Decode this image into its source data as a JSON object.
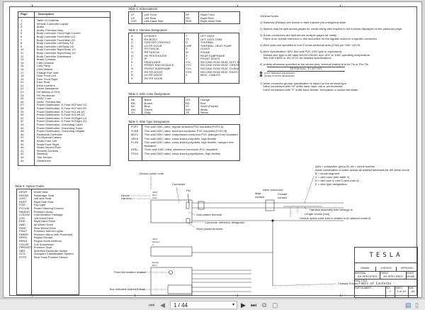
{
  "pages_table": {
    "header_page": "Page",
    "header_desc": "Description",
    "rows": [
      [
        "1",
        "Table of Contents"
      ],
      [
        "2",
        "Vehicle Controller Layout"
      ],
      [
        "3",
        "Audio"
      ],
      [
        "4",
        "Audio, Premium Amp"
      ],
      [
        "5",
        "Body Controller Front High Current"
      ],
      [
        "6",
        "Body Controller Front Main 1/2"
      ],
      [
        "7",
        "Body Controller Front Main 2/2"
      ],
      [
        "8",
        "Body Controller Left Body 1/2"
      ],
      [
        "9",
        "Body Controller Left Body 2/2"
      ],
      [
        "10",
        "Body Controller Right Body 1/2"
      ],
      [
        "11",
        "Body Controller Right Body 2/2"
      ],
      [
        "12",
        "Body Controller Dashboard"
      ],
      [
        "13",
        "Brake Controls"
      ],
      [
        "14",
        "CAN Chassis"
      ],
      [
        "15",
        "CAN Party"
      ],
      [
        "16",
        "CAN Vehicle"
      ],
      [
        "17",
        "Charge Port Inlet"
      ],
      [
        "18",
        "Door Front Left"
      ],
      [
        "19",
        "Door Front Right"
      ],
      [
        "20",
        "Door Rear"
      ],
      [
        "21",
        "Drive Inverters"
      ],
      [
        "22",
        "Driver Assistance"
      ],
      [
        "23",
        "HV Battery & HVIL"
      ],
      [
        "24",
        "HV Penthouse"
      ],
      [
        "25",
        "HVAC Core"
      ],
      [
        "26",
        "HVAC Thermal Bar"
      ],
      [
        "27",
        "Power Distribution, E-Fuse HCFront 1/2"
      ],
      [
        "28",
        "Power Distribution, E-Fuse HCFront 2/2"
      ],
      [
        "29",
        "Power Distribution, E-Fuse HCLeft 1/2"
      ],
      [
        "30",
        "Power Distribution, E-Fuse HCLeft 2/2"
      ],
      [
        "31",
        "Power Distribution, E-Fuse HCRight 1/2"
      ],
      [
        "32",
        "Power Distribution, E-Fuse HCRight 2/2"
      ],
      [
        "33",
        "Power Distribution, Grounding Cabin"
      ],
      [
        "34",
        "Power Distribution, Grounding Trunk"
      ],
      [
        "35",
        "Power Distribution, Grounding Liftgate"
      ],
      [
        "36",
        "Restraints Controller"
      ],
      [
        "37",
        "RCI/Special Cables"
      ],
      [
        "38",
        "Seats Front Left"
      ],
      [
        "39",
        "Seats Front Right"
      ],
      [
        "40",
        "Seats Second Row"
      ],
      [
        "41",
        "Security Controls"
      ],
      [
        "42",
        "Steering"
      ],
      [
        "43",
        "Tow Jumper"
      ],
      [
        "44",
        "Ultrasonics"
      ]
    ]
  },
  "table1": {
    "title": "Table 1: Abbreviations",
    "rows": [
      [
        "LF",
        "Left Front",
        "RF",
        "Right Front"
      ],
      [
        "LR",
        "Left Rear",
        "RR",
        "Right Rear"
      ],
      [
        "LHS",
        "Left-Hand Side",
        "RHS",
        "Right-Hand Side"
      ]
    ]
  },
  "table2": {
    "title": "Table 2: Harness Designators",
    "rows": [
      [
        "A",
        "LH BODY",
        "T",
        "LIFT GATE"
      ],
      [
        "B",
        "RH BODY",
        "TT",
        "LIFT GATE TRIM"
      ],
      [
        "C",
        "CENTER CONSOLE",
        "U",
        "THERMAL"
      ],
      [
        "D",
        "LH FR DOOR",
        "UHP",
        "THERMAL, HEAT PUMP"
      ],
      [
        "F",
        "FR FASCIA",
        "V",
        "GLASS"
      ],
      [
        "G",
        "RR FASCIA",
        "W",
        "FRUNK"
      ],
      [
        "H",
        "HV PENTHOUSE",
        "X",
        "REAR SUBFRAME"
      ],
      [
        "J",
        "IP",
        "Y",
        "FRONT SEATS"
      ],
      [
        "K",
        "HEADLINER",
        "YYL",
        "SECOND ROW SEAT, LEFT BACKREST"
      ],
      [
        "L",
        "FRONT END MODULE",
        "YYC",
        "SECOND ROW SEAT, CENTER"
      ],
      [
        "N",
        "FRONT SUBFRAME",
        "YYn",
        "SECOND ROW SEAT, CUSHION"
      ],
      [
        "P",
        "RH FR DOOR",
        "YYR",
        "SECOND ROW SEAT, RIGHT BACKREST"
      ],
      [
        "R",
        "LH RR DOOR",
        "Z",
        "MISC. CABLES"
      ],
      [
        "S",
        "RH RR DOOR",
        "",
        ""
      ]
    ]
  },
  "table3": {
    "title": "Table 3: Wire Color Designators",
    "rows": [
      [
        "BK",
        "Black",
        "OG",
        "Orange"
      ],
      [
        "BN",
        "Brown",
        "RD",
        "Red"
      ],
      [
        "BU",
        "Blue",
        "VT",
        "Violet (Purple)"
      ],
      [
        "GN",
        "Green",
        "WH",
        "White"
      ],
      [
        "GY",
        "Gray",
        "YE",
        "Yellow"
      ]
    ]
  },
  "table4": {
    "title": "Table 4: Wire Type Designators",
    "rows": [
      [
        "FLRY",
        "Thin wall 105C rated, regular stranded PVC insulated [FLRY-A]"
      ],
      [
        "FLRB",
        "Thin wall 105C rated, bunched conductor PVC insulated [FLRY-B]"
      ],
      [
        "MCIV",
        "Thin wall 105C rated, compressed conductor PVC (halogen free) insulated"
      ],
      [
        "XR15",
        "Thin wall 100C rated, cross-linked polyolefin, high flexible"
      ],
      [
        "FLXB",
        "Thin wall 125C rated, cross-linked polyolefin, high flexible, halogen free insulated"
      ],
      [
        "ATBL",
        "Thick wall 105C rated, aluminum conductor PVC insulated"
      ],
      [
        "FS1X",
        "Thin wall 150C rated, cross-linked polyethylene, high flexible"
      ]
    ]
  },
  "table5": {
    "title": "Table 5: Option Codes",
    "rows": [
      [
        "DRVR",
        "Driver Seat"
      ],
      [
        "PASSN",
        "Passenger Seat"
      ],
      [
        "LHST",
        "Left side Seat"
      ],
      [
        "RHST",
        "Right Side Seat"
      ],
      [
        "FOG",
        "Fog Light"
      ],
      [
        "PCOLM",
        "Power Steering Column"
      ],
      [
        "PAUDIO",
        "Premium Audio"
      ],
      [
        "COLDW",
        "Cold Weather Package"
      ],
      [
        "LHD",
        "Left Hand Drive"
      ],
      [
        "RHD",
        "Right Hand Drive"
      ],
      [
        "AWD",
        "All Wheel Drive"
      ],
      [
        "RWD",
        "Rear Wheel Drive"
      ],
      [
        "PINLT",
        "Premium Interior Lights"
      ],
      [
        "PMIRR",
        "Premium Mirror with Powerfold"
      ],
      [
        "REEU",
        "Region Europe"
      ],
      [
        "RENA",
        "Region North America"
      ],
      [
        "CSUSP",
        "Coil Suspension"
      ],
      [
        "PREMST",
        "Premium Seat"
      ],
      [
        "SBR",
        "Seat Belt Reminder Switch"
      ],
      [
        "OCS",
        "Occupant Classification System"
      ],
      [
        "STPS",
        "Seat Track Position Sensor"
      ]
    ]
  },
  "notes": {
    "title": "General Notes:",
    "lines": [
      "1) Switches (Relays) are shown in their inactive (de-energized) state.",
      "",
      "2) Splices may be split across pages for visual clarity with respect to the function displayed on the particular page.",
      "",
      "3) Some connectors are split across multiple pages for clarity.",
      "    There is no overall reference in this document for the signals routed to a specific connector.",
      "",
      "4) Wire sizes are specified in mm^2 cross-sectional area (CSA) per SAE 1127/8.",
      "",
      "5) Wire Specification: 60V, thin-wall PVC (ISO type or equivalent).",
      "    Default wire type to be rated 60VDC/25VAC and -40C to 105C operating temperature.",
      "    See DIN 13602 or ISO 6722 for detailed specifications.",
      "",
      "6) Unless otherwise specified at the device pins, terminal plating is to be Tin or Pre-Tin"
    ],
    "plating_title": "TERMINAL PLATING",
    "plating": [
      "GOLD TERMINAL NECESSARY",
      "SILVER PLATING NECESSARY"
    ],
    "lines7": [
      "7) Inline connector gender specification is based on the terminal type:",
      "    Inline connectors with \"M\" suffix have male, tab or pin terminals",
      "    Inline connectors with \"F\" suffix have female, receptacle or socket terminals"
    ]
  },
  "legend": {
    "device_option_code": "Device option code",
    "connector": "Connector",
    "pin": "Pin",
    "device": "Device",
    "harness": "Harness",
    "dev_id": "J4XX",
    "dev_code": "RCU",
    "dev_harness": "LHU",
    "gold": "Gold plated terminal",
    "conn_ref": "Connector reference designator",
    "silver": "Silver plated terminal",
    "inline": "Inline connector",
    "male": "Male",
    "male2": "contact",
    "female": "Female",
    "female2": "contact",
    "aaa": [
      "AAA = subsystem group ID, ## = circuit number",
      "AA## combination is same across all sheets/harnesses for the same circuit",
      "B = circuit segment",
      "C = wire color (see table 3)",
      "D = wire size in mm^2 (see note 4)",
      "E = wire type designation"
    ],
    "harness_asm": "Harness assembly wire belongs to",
    "length": "Length of wire [mm]",
    "vehicle_option": "Vehicle option code wire is related to (if optional content)",
    "dev2": [
      "J4XX",
      "function",
      "X"
    ],
    "dev3": [
      "Device",
      "RCU"
    ],
    "resistor": "Fixed termination resistor",
    "efuse": "Box indicates shared E-fuse",
    "chassis": "Chassis Ground"
  },
  "titleblock": {
    "logo": "TESLA",
    "drawn": "DRAWN",
    "checked": "CHECKED",
    "approved": "APPROVED",
    "material_label": "MATERIAL",
    "material": "AS SPECIFIED",
    "finish_label": "FINISH",
    "finish": "AS SPECIFIED",
    "scale_label": "SCALE",
    "scale": "NONE",
    "title_label": "DWG TITLE",
    "title": "- Table of Contents -",
    "part_label": "PART NUMBER",
    "rev_label": "REV",
    "rev": "2",
    "sheet_label": "SHEET",
    "sheet": "1 of 44",
    "size_label": "SIZE",
    "size": "A0"
  },
  "toolbar": {
    "page": "1 / 44"
  }
}
